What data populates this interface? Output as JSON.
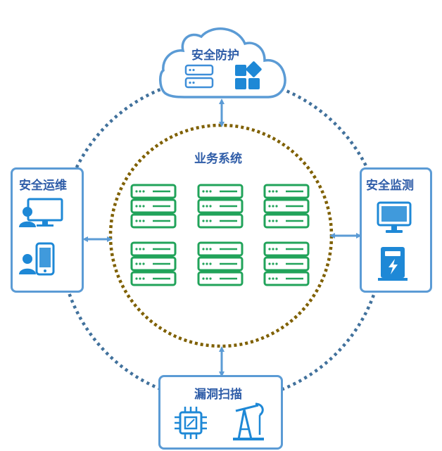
{
  "nodes": {
    "protection": {
      "label": "安全防护",
      "icons": [
        "server-rack-icon",
        "app-blocks-icon"
      ]
    },
    "business": {
      "label": "业务系统",
      "icons": [
        "server-icon"
      ]
    },
    "operations": {
      "label": "安全运维",
      "icons": [
        "user-desktop-icon",
        "user-mobile-icon"
      ]
    },
    "monitoring": {
      "label": "安全监测",
      "icons": [
        "monitor-icon",
        "power-device-icon"
      ]
    },
    "scanning": {
      "label": "漏洞扫描",
      "icons": [
        "chip-icon",
        "oil-pump-icon"
      ]
    }
  },
  "colors": {
    "accent": "#5b9bd5",
    "label": "#2f5da8",
    "outer_ring": "#41719c",
    "inner_ring": "#7f6000",
    "server": "#21a35a",
    "icon_fill": "#1e88d6"
  }
}
